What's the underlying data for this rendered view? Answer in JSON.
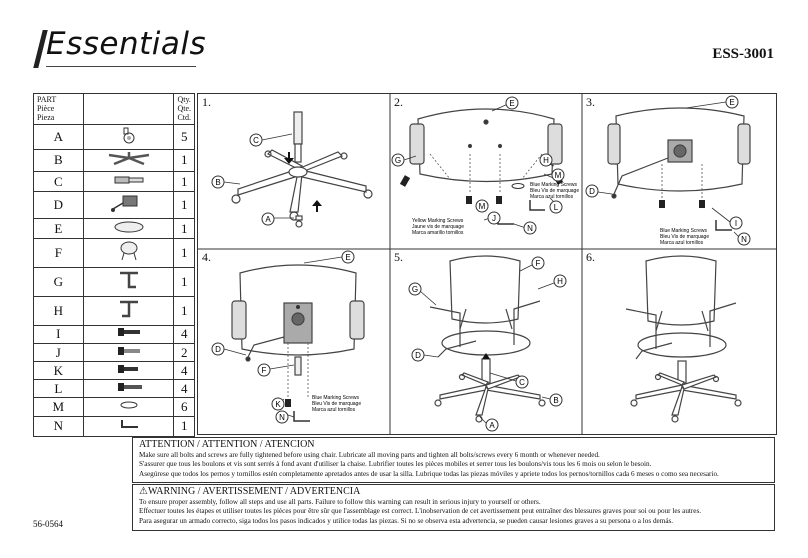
{
  "brand": "Essentials",
  "model": "ESS-3001",
  "doc_code": "56-0564",
  "parts_table": {
    "header": {
      "part": [
        "PART",
        "Pièce",
        "Pieza"
      ],
      "qty": [
        "Qty.",
        "Qte.",
        "Ctd."
      ]
    },
    "rows": [
      {
        "letter": "A",
        "qty": "5"
      },
      {
        "letter": "B",
        "qty": "1"
      },
      {
        "letter": "C",
        "qty": "1"
      },
      {
        "letter": "D",
        "qty": "1"
      },
      {
        "letter": "E",
        "qty": "1"
      },
      {
        "letter": "F",
        "qty": "1"
      },
      {
        "letter": "G",
        "qty": "1"
      },
      {
        "letter": "H",
        "qty": "1"
      },
      {
        "letter": "I",
        "qty": "4"
      },
      {
        "letter": "J",
        "qty": "2"
      },
      {
        "letter": "K",
        "qty": "4"
      },
      {
        "letter": "L",
        "qty": "4"
      },
      {
        "letter": "M",
        "qty": "6"
      },
      {
        "letter": "N",
        "qty": "1"
      }
    ]
  },
  "steps": {
    "s1": {
      "num": "1.",
      "labels": {
        "c": "C",
        "b": "B",
        "a": "A"
      }
    },
    "s2": {
      "num": "2.",
      "labels": {
        "e": "E",
        "g": "G",
        "h": "H",
        "m1": "M",
        "m2": "M",
        "l": "L",
        "j": "J",
        "n": "N"
      },
      "blue_screws": [
        "Blue Marking Screws",
        "Bleu Vis de marquage",
        "Marca azul tornillos"
      ],
      "yellow_screws": [
        "Yellow Marking Screws",
        "Jaune vis de marquage",
        "Marca amarillo tornillos"
      ]
    },
    "s3": {
      "num": "3.",
      "labels": {
        "e": "E",
        "d": "D",
        "i": "I",
        "n": "N"
      },
      "blue_screws": [
        "Blue Marking Screws",
        "Bleu Vis de marquage",
        "Marca azul tornillos"
      ]
    },
    "s4": {
      "num": "4.",
      "labels": {
        "e": "E",
        "d": "D",
        "f": "F",
        "k": "K",
        "n": "N"
      },
      "blue_screws": [
        "Blue Marking Screws",
        "Bleu Vis de marquage",
        "Marca azul tornillos"
      ]
    },
    "s5": {
      "num": "5.",
      "labels": {
        "f": "F",
        "g": "G",
        "h": "H",
        "d": "D",
        "c": "C",
        "b": "B",
        "a": "A"
      }
    },
    "s6": {
      "num": "6."
    }
  },
  "attention": {
    "title": "ATTENTION / ATTENTION / ATENCION",
    "lines": [
      "Make sure all bolts and screws are fully tightened before using chair. Lubricate all moving parts and tighten all bolts/screws every 6 month or whenever needed.",
      "S'assurer que tous les boulons et vis sont serrés à fond avant d'utiliser la chaise. Lubrifier toutes les pièces mobiles et serrer tous les boulons/vis tous les 6 mois ou selon le besoin.",
      "Asegúrese que todos los pernos y tornillos estén completamente apretados antes de usar la silla. Lubrique todas las piezas móviles y apriete todos los pernos/tornillos cada 6 meses o como sea necesario."
    ]
  },
  "warning": {
    "symbol": "⚠",
    "title": "WARNING / AVERTISSEMENT / ADVERTENCIA",
    "lines": [
      "To ensure proper assembly, follow all steps and use all parts. Failure to follow this warning can result in serious injury to yourself or others.",
      "Effectuer toutes les étapes et utiliser toutes les pièces pour être sûr que l'assemblage est correct. L'inobservation de cet avertissement peut entraîner des blessures graves pour soi ou pour les autres.",
      "Para asegurar un armado correcto, siga todos los pasos indicados y utilice todas las piezas. Si no se observa esta advertencia, se pueden causar lesiones graves a su persona o a los demás."
    ]
  }
}
